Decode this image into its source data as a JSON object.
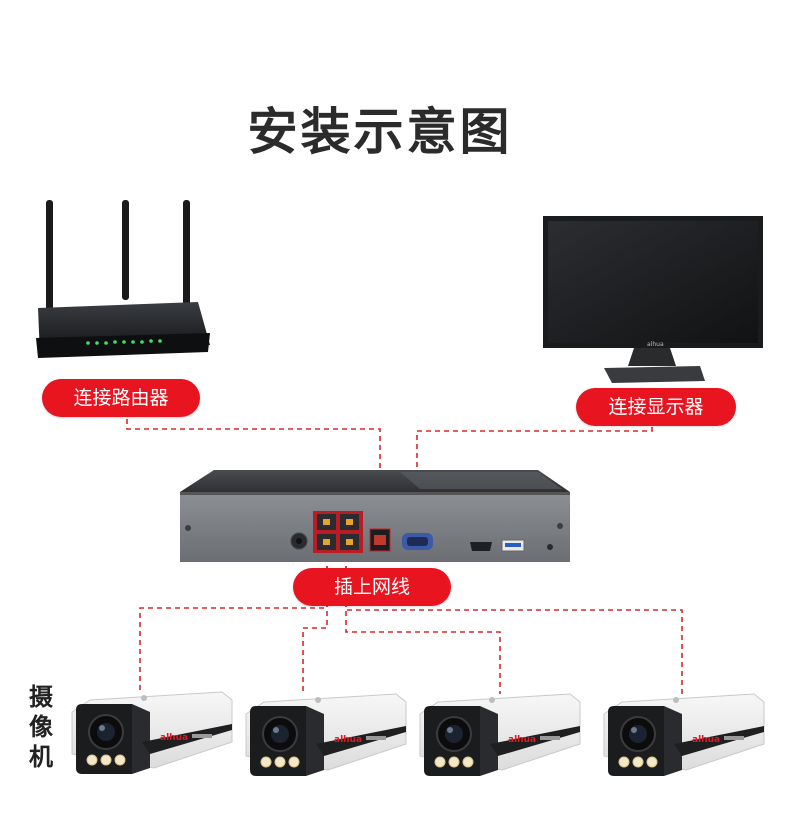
{
  "title": "安装示意图",
  "labels": {
    "router": "连接路由器",
    "monitor": "连接显示器",
    "network": "插上网线",
    "cameras": "摄像机"
  },
  "camera_brand": "alhua",
  "camera_count": 4,
  "colors": {
    "accent": "#e8141f",
    "dashed_line": "#d62a2a",
    "title": "#2b2b2b"
  }
}
